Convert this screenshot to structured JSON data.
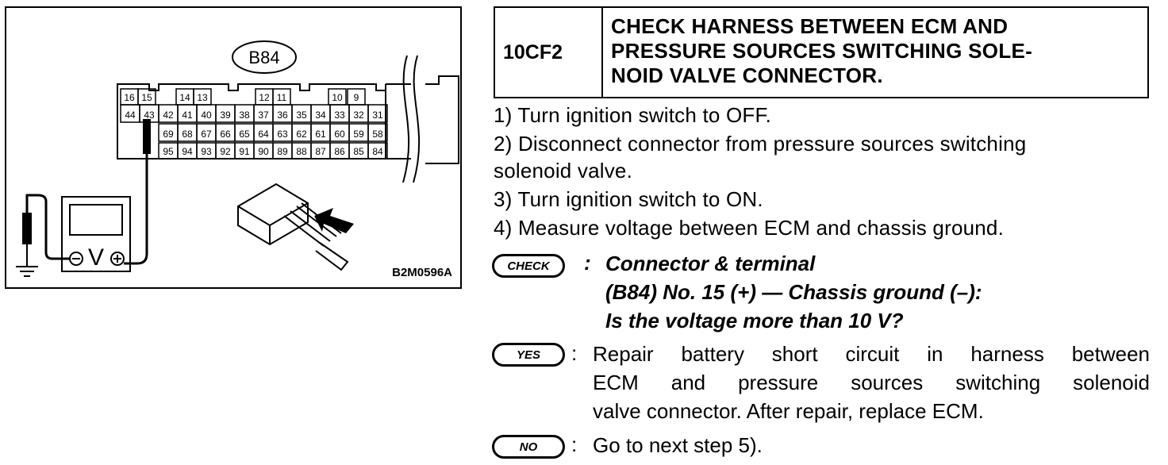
{
  "figure": {
    "connector_label": "B84",
    "code": "B2M0596A",
    "meter_label": "V",
    "top_row": [
      "16",
      "15",
      "14",
      "13",
      "12",
      "11",
      "10",
      "9"
    ],
    "row1": [
      "44",
      "43",
      "42",
      "41",
      "40",
      "39",
      "38",
      "37",
      "36",
      "35",
      "34",
      "33",
      "32",
      "31"
    ],
    "row2": [
      "69",
      "68",
      "67",
      "66",
      "65",
      "64",
      "63",
      "62",
      "61",
      "60",
      "59",
      "58"
    ],
    "row3": [
      "95",
      "94",
      "93",
      "92",
      "91",
      "90",
      "89",
      "88",
      "87",
      "86",
      "85",
      "84"
    ]
  },
  "header": {
    "code": "10CF2",
    "title_lines": [
      "CHECK HARNESS BETWEEN ECM AND",
      "PRESSURE SOURCES SWITCHING SOLE-",
      "NOID VALVE CONNECTOR."
    ]
  },
  "steps": [
    "1)  Turn ignition switch to OFF.",
    "2)  Disconnect connector from pressure sources switching",
    "solenoid valve.",
    "3)  Turn ignition switch to ON.",
    "4)  Measure voltage between ECM and chassis ground."
  ],
  "check": {
    "badge": "CHECK",
    "colon": ":",
    "lines": [
      "Connector & terminal",
      "(B84) No. 15 (+) — Chassis ground (–):",
      "Is the voltage more than 10 V?"
    ]
  },
  "yes": {
    "badge": "YES",
    "colon": ":",
    "lines": [
      "Repair battery short circuit in harness between",
      "ECM and pressure sources switching solenoid",
      "valve connector. After repair, replace ECM."
    ]
  },
  "no": {
    "badge": "NO",
    "colon": ":",
    "text": "Go to next step 5)."
  }
}
